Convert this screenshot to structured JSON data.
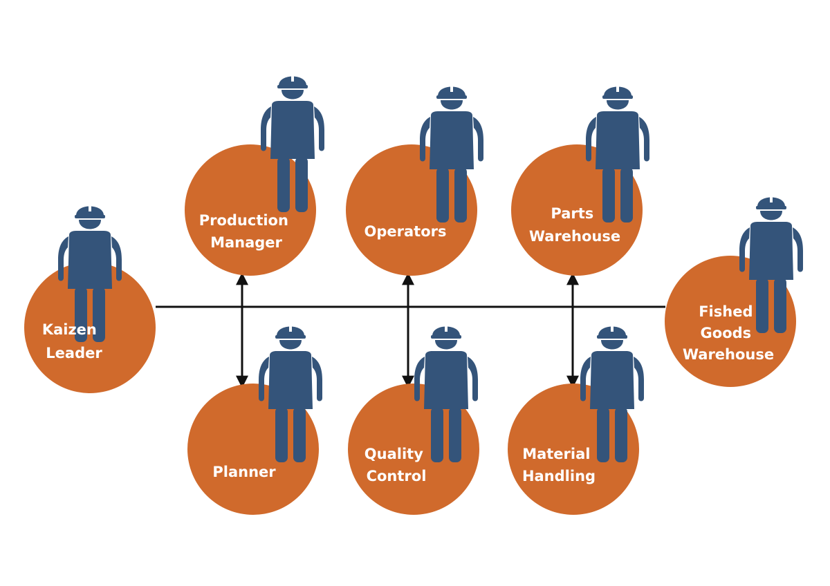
{
  "colors": {
    "circle": "#D06A2C",
    "worker": "#34547A",
    "line": "#111111",
    "label": "#FFFFFF"
  },
  "icons": {
    "worker": "worker-with-hardhat-icon"
  },
  "roles": {
    "kaizen_leader": [
      "Kaizen",
      "Leader"
    ],
    "production_manager": [
      "Production",
      "Manager"
    ],
    "operators": [
      "Operators"
    ],
    "parts_warehouse": [
      "Parts",
      "Warehouse"
    ],
    "finished_goods_warehouse": [
      "Fished",
      "Goods",
      "Warehouse"
    ],
    "planner": [
      "Planner"
    ],
    "quality_control": [
      "Quality",
      "Control"
    ],
    "material_handling": [
      "Material",
      "Handling"
    ]
  }
}
